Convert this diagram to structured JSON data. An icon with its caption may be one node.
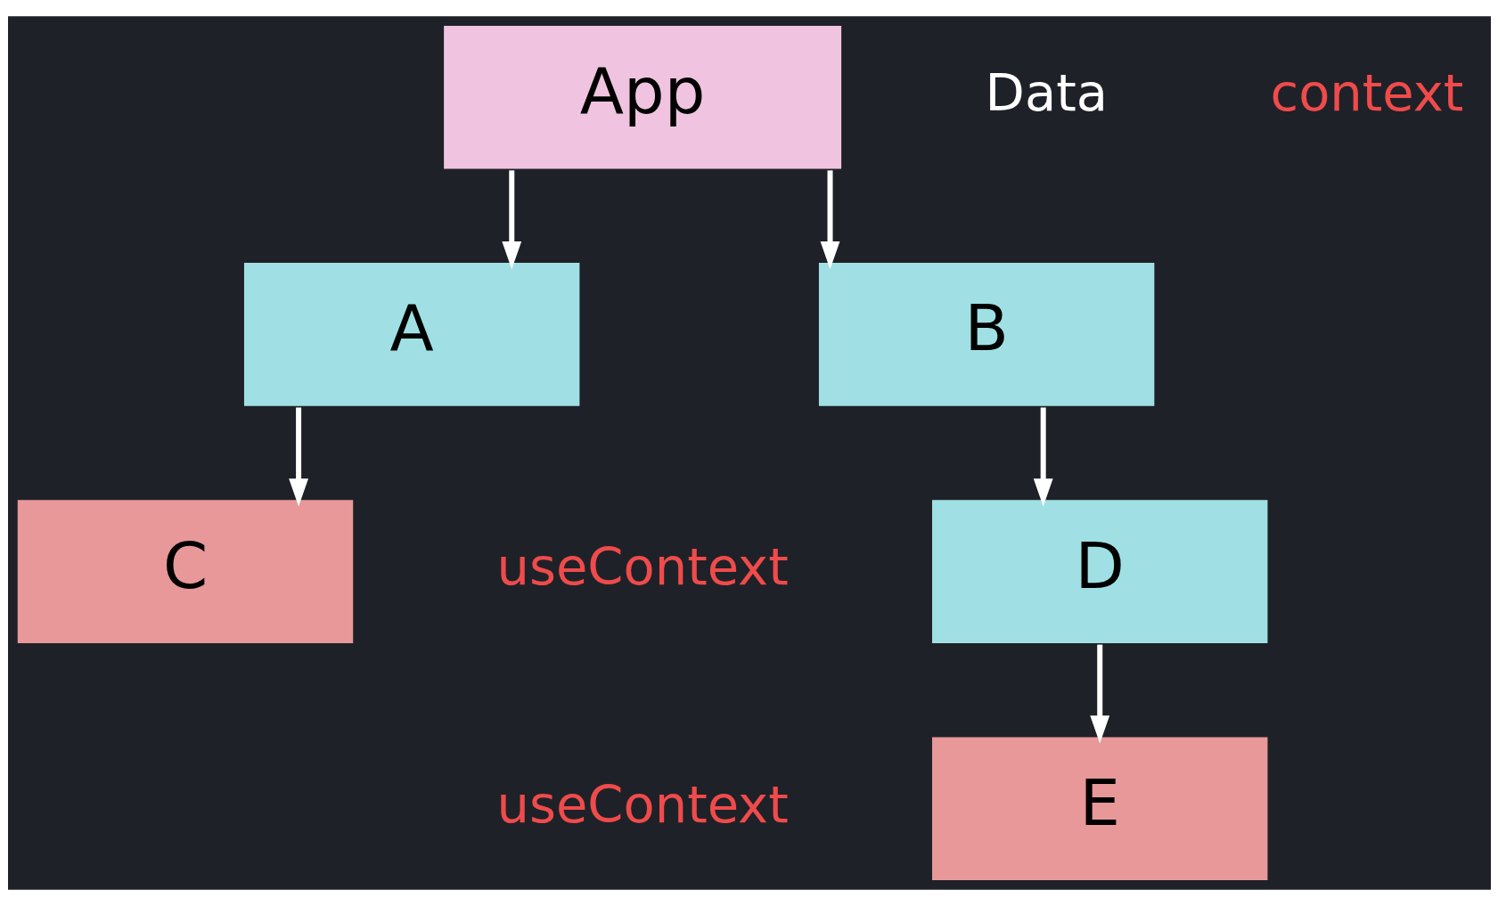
{
  "diagram": {
    "nodes": [
      {
        "text": [
          "App"
        ],
        "beside": [
          "Data",
          "context"
        ]
      },
      {
        "text": [
          "A"
        ]
      },
      {
        "text": [
          "B"
        ]
      },
      {
        "text": [
          "C"
        ],
        "beside": [
          "useContext"
        ]
      },
      {
        "text": [
          "D"
        ]
      },
      {
        "text": [
          "E"
        ],
        "beside": [
          "useContext"
        ]
      }
    ],
    "edges": [
      {
        "from": 0,
        "to": 1,
        "arrow": "to"
      },
      {
        "from": 0,
        "to": 2,
        "arrow": "to"
      },
      {
        "from": 1,
        "to": 3,
        "arrow": "to"
      },
      {
        "from": 2,
        "to": 4,
        "arrow": "to"
      },
      {
        "from": 4,
        "to": 5,
        "arrow": "to"
      }
    ]
  }
}
